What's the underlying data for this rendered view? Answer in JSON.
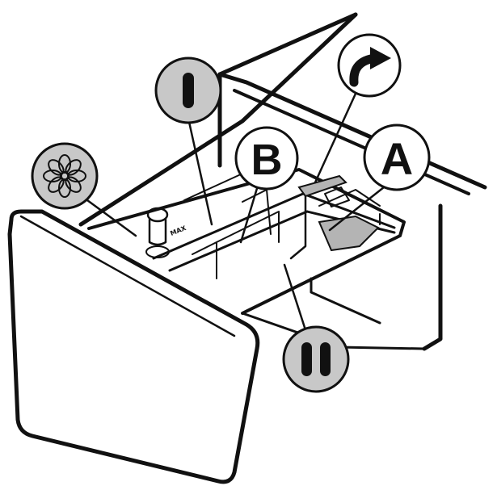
{
  "colors": {
    "ink": "#111111",
    "callout_gray": "#c8c8c8",
    "highlight_gray": "#b4b4b4",
    "background": "#ffffff"
  },
  "callouts": {
    "prewash": {
      "icon": "roman-numeral-one-icon"
    },
    "compartment_b": {
      "label": "B"
    },
    "siphon": {
      "icon": "curved-arrow-icon"
    },
    "compartment_a": {
      "label": "A"
    },
    "softener": {
      "icon": "flower-icon"
    },
    "main_wash": {
      "icon": "roman-numeral-two-icon"
    }
  },
  "drawer": {
    "max_mark": "MAX"
  }
}
